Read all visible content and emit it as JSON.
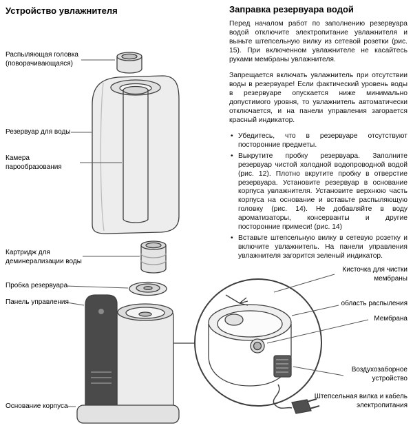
{
  "colors": {
    "diagram_line": "#3e3e3e",
    "panel_dark": "#4a4a4a"
  },
  "left_section": {
    "title": "Устройство увлажнителя",
    "labels": {
      "spray_head": "Распыляющая головка (поворачивающаяся)",
      "tank": "Резервуар для воды",
      "chamber": "Камера парообразования",
      "cartridge": "Картридж для деминерализации воды",
      "plug": "Пробка резервуара",
      "panel": "Панель управления",
      "base": "Основание корпуса"
    }
  },
  "right_section": {
    "title": "Заправка резервуара водой",
    "paragraph_1": "Перед началом работ по заполнению резервуара водой отключите электропитание увлажнителя и выньте штепсельную вилку из сетевой розетки (рис. 15). При включенном увлажнителе не касайтесь руками мембраны увлажнителя.",
    "paragraph_2": "Запрещается включать увлажнитель при отсутствии воды в резервуаре! Если фактический уровень воды в резервуаре опускается ниже минимально допустимого уровня, то увлажнитель автоматически отключается, и на панели управления загорается красный индикатор.",
    "bullets": [
      "Убедитесь, что в резервуаре отсутствуют посторонние предметы.",
      "Выкрутите пробку резервуара. Заполните резервуар чистой холодной водопроводной водой (рис. 12). Плотно вкрутите пробку в отверстие резервуара. Установите резервуар в основание корпуса увлажнителя. Установите верхнюю часть корпуса на основание и вставьте распыляющую головку (рис. 14). Не добавляйте в воду ароматизаторы, консерванты и другие посторонние примеси! (рис. 14)",
      "Вставьте штепсельную вилку в сетевую розетку и включите увлажнитель. На панели управления увлажнителя загорится зеленый индикатор."
    ],
    "detail_labels": {
      "brush": "Кисточка для чистки мембраны",
      "spray_area": "область распыления",
      "membrane": "Мембрана",
      "air_intake": "Воздухозаборное устройство",
      "power_plug": "Штепсельная вилка и кабель электропитания"
    }
  }
}
